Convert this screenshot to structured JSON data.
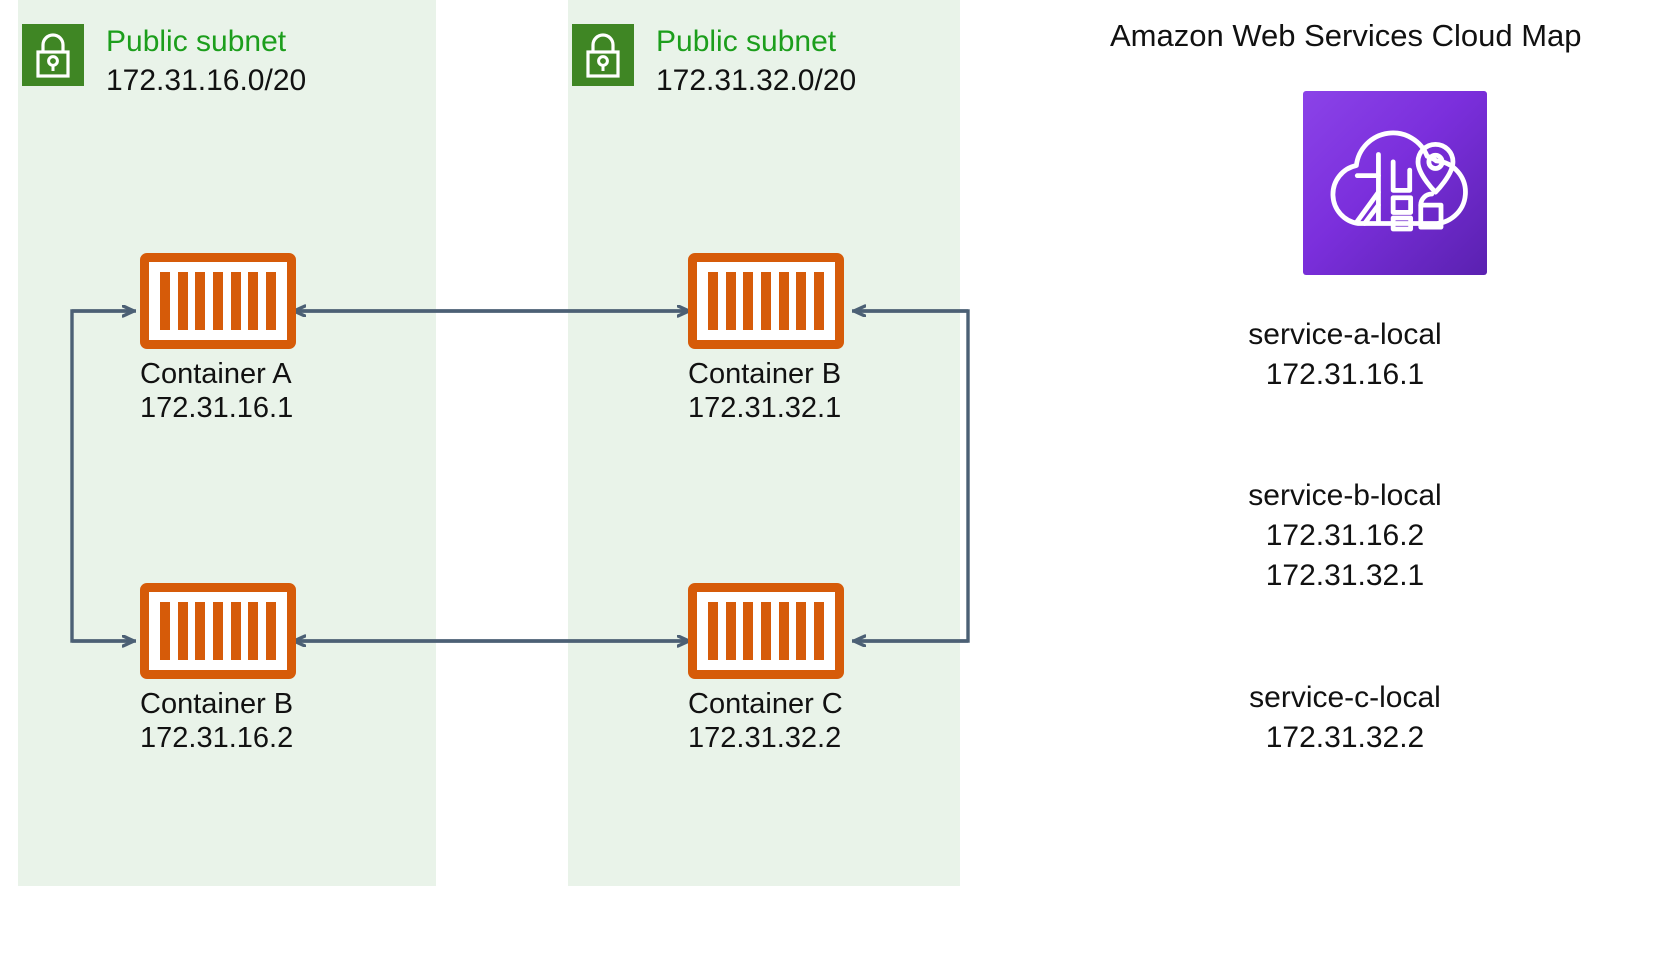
{
  "diagram": {
    "subnets": [
      {
        "icon": "lock-icon",
        "title": "Public subnet",
        "cidr": "172.31.16.0/20",
        "nodes": [
          {
            "icon": "container-icon",
            "label": "Container A",
            "ip": "172.31.16.1"
          },
          {
            "icon": "container-icon",
            "label": "Container B",
            "ip": "172.31.16.2"
          }
        ]
      },
      {
        "icon": "lock-icon",
        "title": "Public subnet",
        "cidr": "172.31.32.0/20",
        "nodes": [
          {
            "icon": "container-icon",
            "label": "Container B",
            "ip": "172.31.32.1"
          },
          {
            "icon": "container-icon",
            "label": "Container C",
            "ip": "172.31.32.2"
          }
        ]
      }
    ]
  },
  "cloudmap": {
    "title": "Amazon Web Services Cloud Map",
    "icon": "aws-cloud-map-icon",
    "services": [
      {
        "name": "service-a-local",
        "ips": [
          "172.31.16.1"
        ]
      },
      {
        "name": "service-b-local",
        "ips": [
          "172.31.16.2",
          "172.31.32.1"
        ]
      },
      {
        "name": "service-c-local",
        "ips": [
          "172.31.32.2"
        ]
      }
    ]
  },
  "colors": {
    "subnet_fill": "#e9f3e9",
    "subnet_label": "#1c9e1c",
    "lock_icon_bg": "#3f8624",
    "container_orange": "#d65b09",
    "connector": "#4c6075",
    "cloudmap_purple": "#7b2fdc"
  }
}
